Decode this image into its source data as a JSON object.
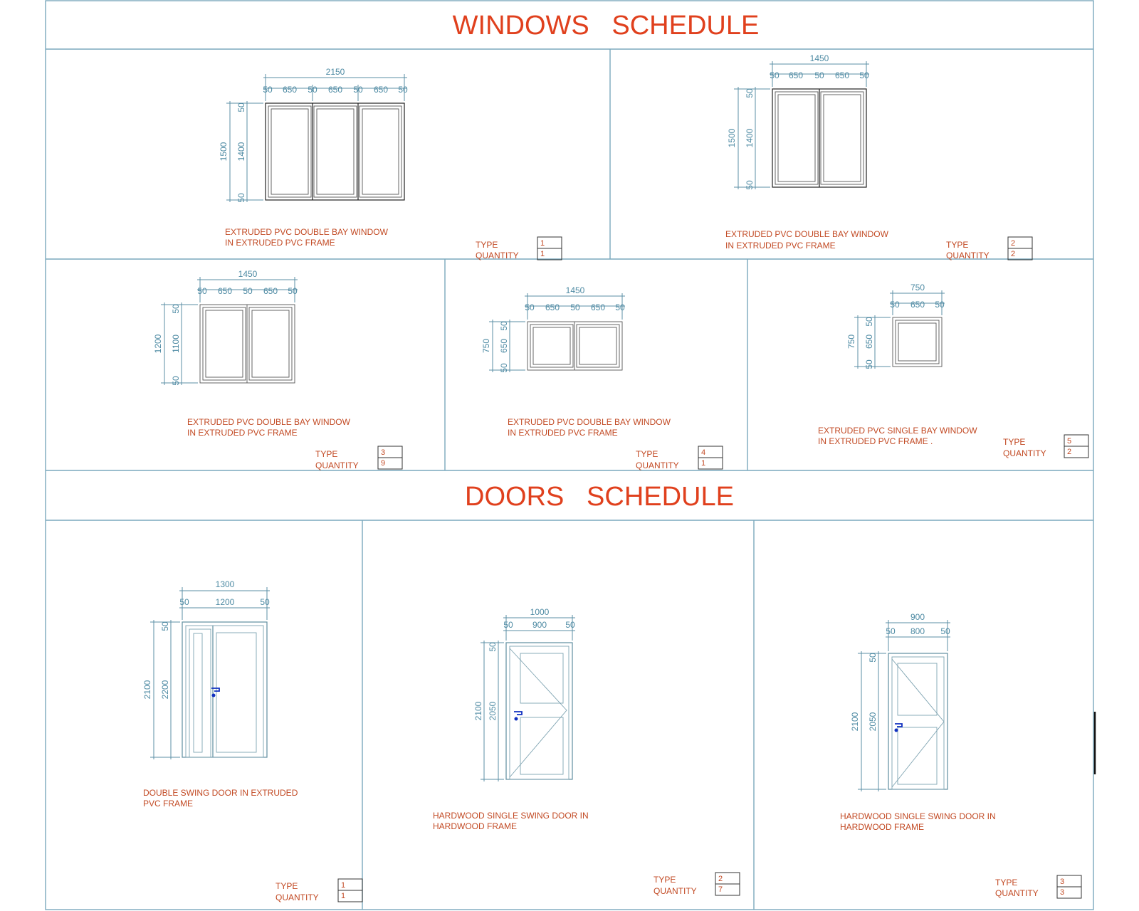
{
  "windows_title": "WINDOWS   SCHEDULE",
  "doors_title": "DOORS   SCHEDULE",
  "labels": {
    "type": "TYPE",
    "quantity": "QUANTITY"
  },
  "windows": [
    {
      "desc": [
        "EXTRUDED PVC DOUBLE BAY WINDOW",
        "IN EXTRUDED PVC FRAME"
      ],
      "type": "1",
      "quantity": "1",
      "dims": {
        "overall_w": "2150",
        "top": [
          "50",
          "650",
          "50",
          "650",
          "50",
          "650",
          "50"
        ],
        "overall_h": "1500",
        "inner_h": "1400",
        "h_top": "50",
        "h_bot": "50"
      }
    },
    {
      "desc": [
        "EXTRUDED PVC DOUBLE BAY WINDOW",
        "IN EXTRUDED PVC FRAME"
      ],
      "type": "2",
      "quantity": "2",
      "dims": {
        "overall_w": "1450",
        "top": [
          "50",
          "650",
          "50",
          "650",
          "50"
        ],
        "overall_h": "1500",
        "inner_h": "1400",
        "h_top": "50",
        "h_bot": "50"
      }
    },
    {
      "desc": [
        "EXTRUDED PVC DOUBLE BAY WINDOW",
        "IN EXTRUDED PVC FRAME"
      ],
      "type": "3",
      "quantity": "9",
      "dims": {
        "overall_w": "1450",
        "top": [
          "50",
          "650",
          "50",
          "650",
          "50"
        ],
        "overall_h": "1200",
        "inner_h": "1100",
        "h_top": "50",
        "h_bot": "50"
      }
    },
    {
      "desc": [
        "EXTRUDED PVC DOUBLE BAY WINDOW",
        "IN EXTRUDED PVC FRAME"
      ],
      "type": "4",
      "quantity": "1",
      "dims": {
        "overall_w": "1450",
        "top": [
          "50",
          "650",
          "50",
          "650",
          "50"
        ],
        "overall_h": "750",
        "inner_h": "650",
        "h_top": "50",
        "h_bot": "50"
      }
    },
    {
      "desc": [
        "EXTRUDED PVC SINGLE BAY WINDOW",
        "IN EXTRUDED PVC FRAME ."
      ],
      "type": "5",
      "quantity": "2",
      "dims": {
        "overall_w": "750",
        "top": [
          "50",
          "650",
          "50"
        ],
        "overall_h": "750",
        "inner_h": "650",
        "h_top": "50",
        "h_bot": "50"
      }
    }
  ],
  "doors": [
    {
      "desc": [
        "DOUBLE SWING DOOR IN EXTRUDED",
        "PVC FRAME"
      ],
      "type": "1",
      "quantity": "1",
      "dims": {
        "overall_w": "1300",
        "top": [
          "50",
          "1200",
          "50"
        ],
        "overall_h": "2100",
        "inner_h": "2200",
        "h_top": "50"
      }
    },
    {
      "desc": [
        "HARDWOOD SINGLE SWING DOOR IN",
        "HARDWOOD FRAME"
      ],
      "type": "2",
      "quantity": "7",
      "dims": {
        "overall_w": "1000",
        "top": [
          "50",
          "900",
          "50"
        ],
        "overall_h": "2100",
        "inner_h": "2050",
        "h_top": "50"
      }
    },
    {
      "desc": [
        "HARDWOOD SINGLE SWING DOOR IN",
        "HARDWOOD FRAME"
      ],
      "type": "3",
      "quantity": "3",
      "dims": {
        "overall_w": "900",
        "top": [
          "50",
          "800",
          "50"
        ],
        "overall_h": "2100",
        "inner_h": "2050",
        "h_top": "50"
      }
    }
  ],
  "colors": {
    "title": "#e0401d",
    "text": "#c24a24",
    "dimension": "#4d8aa3",
    "frame": "#7aa9bd",
    "handle": "#1030c0"
  }
}
